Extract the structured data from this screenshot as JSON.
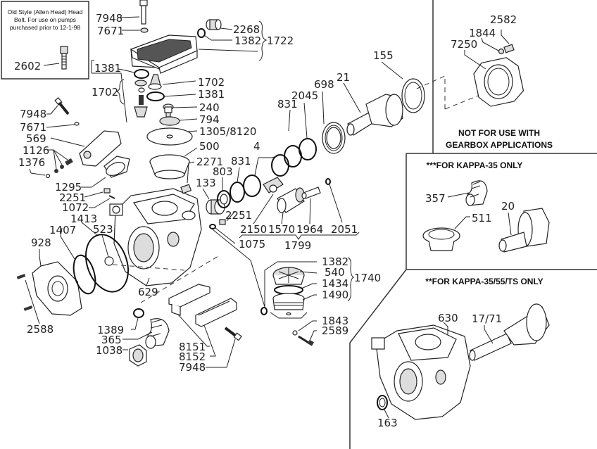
{
  "diagram": {
    "title": "Kappa pump exploded parts diagram",
    "note_box": {
      "text_lines": [
        "Old Style (Allen Head) Head",
        "Bolt.  For use on pumps",
        "purchased prior to 12-1-98"
      ],
      "part": "2602"
    },
    "sections": {
      "gearbox": {
        "heading_lines": [
          "NOT FOR USE WITH",
          "GEARBOX APPLICATIONS"
        ],
        "parts": [
          "2582",
          "1844",
          "7250"
        ]
      },
      "kappa35": {
        "heading": "***FOR KAPPA-35 ONLY",
        "parts": [
          "357",
          "511",
          "20"
        ]
      },
      "kappa3555ts": {
        "heading": "**FOR KAPPA-35/55/TS ONLY",
        "parts": [
          "630",
          "17/71",
          "163"
        ]
      }
    },
    "labels": {
      "p7948a": "7948",
      "p7671a": "7671",
      "p2268": "2268",
      "p1382a": "1382",
      "p1722": "1722",
      "p1381a": "1381",
      "p1702a": "1702",
      "p1702b": "1702",
      "p1381b": "1381",
      "p240": "240",
      "p794": "794",
      "p1305": "1305/8120",
      "p500": "500",
      "p2271": "2271",
      "p803": "803",
      "p831a": "831",
      "p4": "4",
      "p133": "133",
      "p2251b": "2251",
      "p1075": "1075",
      "p2150": "2150",
      "p1570": "1570",
      "p1964": "1964",
      "p2051": "2051",
      "p1799": "1799",
      "p831b": "831",
      "p2045": "2045",
      "p698": "698",
      "p21": "21",
      "p155": "155",
      "p7948b": "7948",
      "p7671b": "7671",
      "p569": "569",
      "p1126": "1126",
      "p1376": "1376",
      "p1295": "1295",
      "p2251a": "2251",
      "p1072": "1072",
      "p1413": "1413",
      "p1407": "1407",
      "p523": "523",
      "p928": "928",
      "p629": "629",
      "p2588": "2588",
      "p1389": "1389",
      "p365": "365",
      "p1038": "1038",
      "p8151": "8151",
      "p8152": "8152",
      "p7948c": "7948",
      "p1382b": "1382",
      "p540": "540",
      "p1434": "1434",
      "p1490": "1490",
      "p1740": "1740",
      "p1843": "1843",
      "p2589": "2589",
      "p2582": "2582",
      "p1844": "1844",
      "p7250": "7250",
      "p357": "357",
      "p511": "511",
      "p20": "20",
      "p630": "630",
      "p1771": "17/71",
      "p163": "163"
    }
  }
}
